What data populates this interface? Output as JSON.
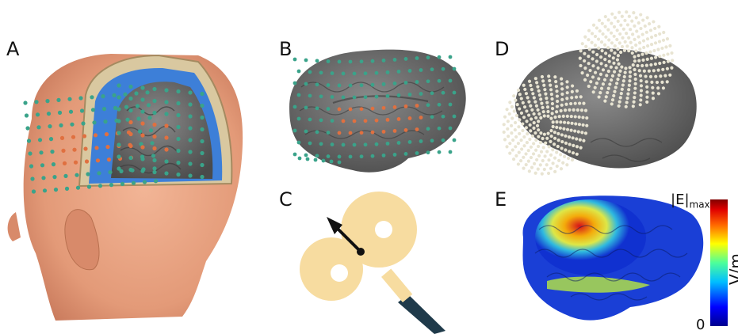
{
  "panels": {
    "a": "A",
    "b": "B",
    "c": "C",
    "d": "D",
    "e": "E"
  },
  "colorbar": {
    "top_label": "|E|",
    "top_sub": "max",
    "bottom_label": "0",
    "unit": "V/m"
  },
  "colors": {
    "skin": "#e8a080",
    "brain": "#6e6e6e",
    "electrode_teal": "#3aa38a",
    "electrode_orange": "#e07040",
    "csf_blue": "#3d7fd8",
    "coil_cream": "#f7dca0",
    "handle_dark": "#1f3a4a",
    "tms_coil": "#e8e4d2"
  }
}
